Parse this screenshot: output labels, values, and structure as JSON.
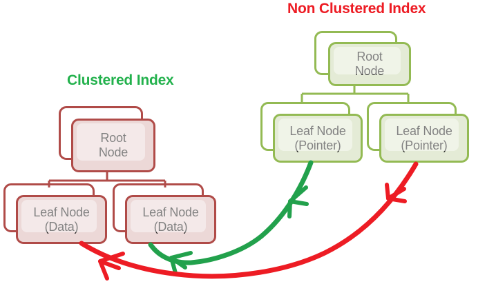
{
  "diagram": {
    "title_clustered": "Clustered Index",
    "title_nonclustered": "Non Clustered Index",
    "colors": {
      "clustered_title": "#22b14c",
      "nonclustered_title": "#ed1c24",
      "clustered_node_border": "#b04b48",
      "clustered_node_fill": "#ecd8d7",
      "nonclustered_node_border": "#93ba53",
      "nonclustered_node_fill": "#e4ebd6",
      "green_arrow": "#22a14c",
      "red_arrow": "#ed1c24",
      "background": "#ffffff"
    }
  },
  "clustered": {
    "root": {
      "line1": "Root",
      "line2": "Node"
    },
    "leaves": [
      {
        "line1": "Leaf Node",
        "line2": "(Data)"
      },
      {
        "line1": "Leaf Node",
        "line2": "(Data)"
      }
    ]
  },
  "nonclustered": {
    "root": {
      "line1": "Root",
      "line2": "Node"
    },
    "leaves": [
      {
        "line1": "Leaf Node",
        "line2": "(Pointer)"
      },
      {
        "line1": "Leaf Node",
        "line2": "(Pointer)"
      }
    ]
  },
  "arrows": [
    {
      "name": "green-pointer-arrow",
      "color": "#22a14c",
      "from": "nonclustered-leaf-1",
      "to": "clustered-leaf-2"
    },
    {
      "name": "red-pointer-arrow",
      "color": "#ed1c24",
      "from": "nonclustered-leaf-2",
      "to": "clustered-leaf-1"
    }
  ]
}
